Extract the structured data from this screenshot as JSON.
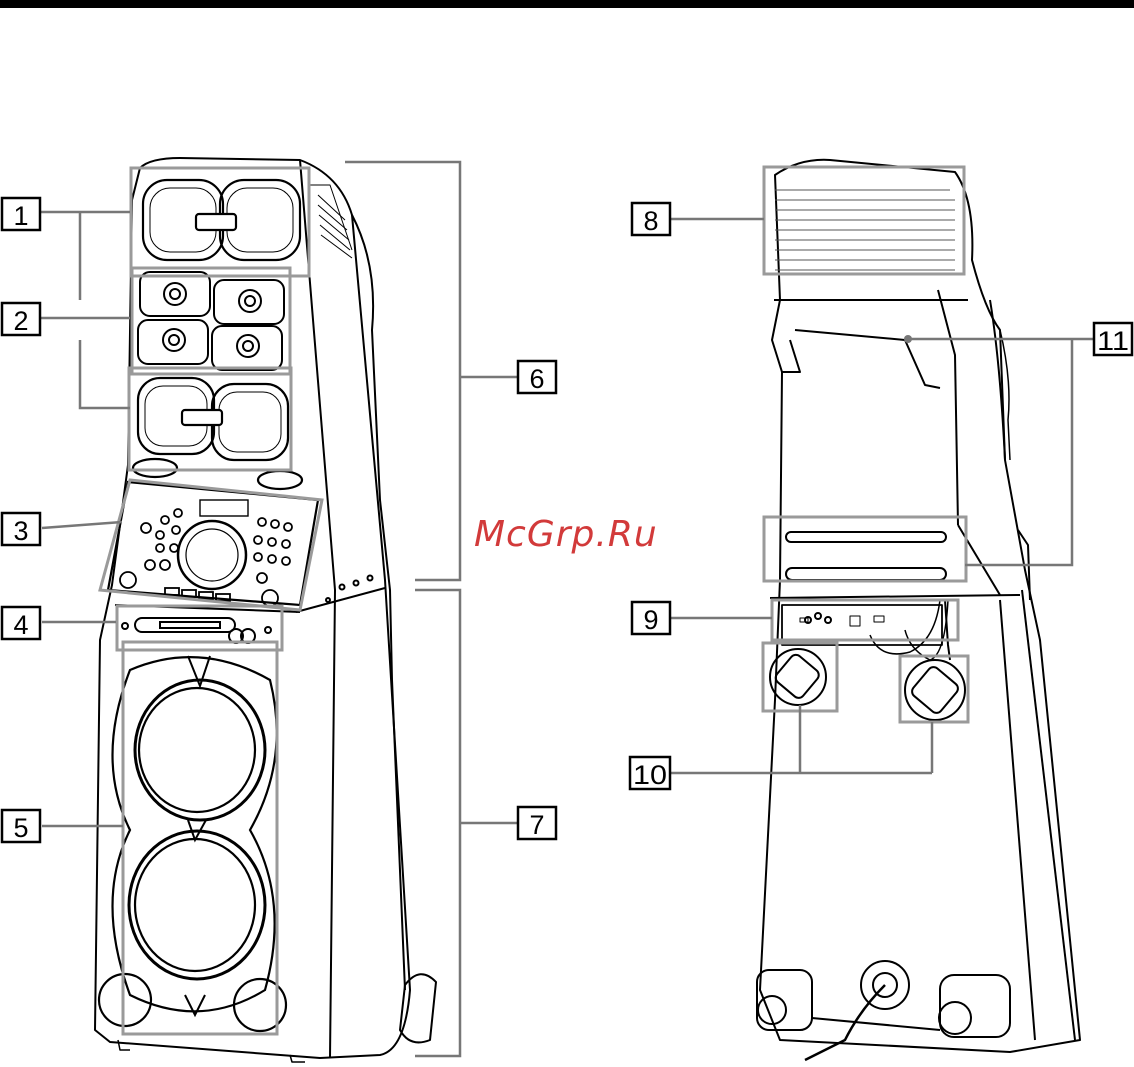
{
  "watermark": "McGrp.Ru",
  "callouts": {
    "c1": "1",
    "c2": "2",
    "c3": "3",
    "c4": "4",
    "c5": "5",
    "c6": "6",
    "c7": "7",
    "c8": "8",
    "c9": "9",
    "c10": "10",
    "c11": "11"
  },
  "colors": {
    "ink": "#000000",
    "watermark": "#d23a3a",
    "frame": "#9a9a9a"
  }
}
